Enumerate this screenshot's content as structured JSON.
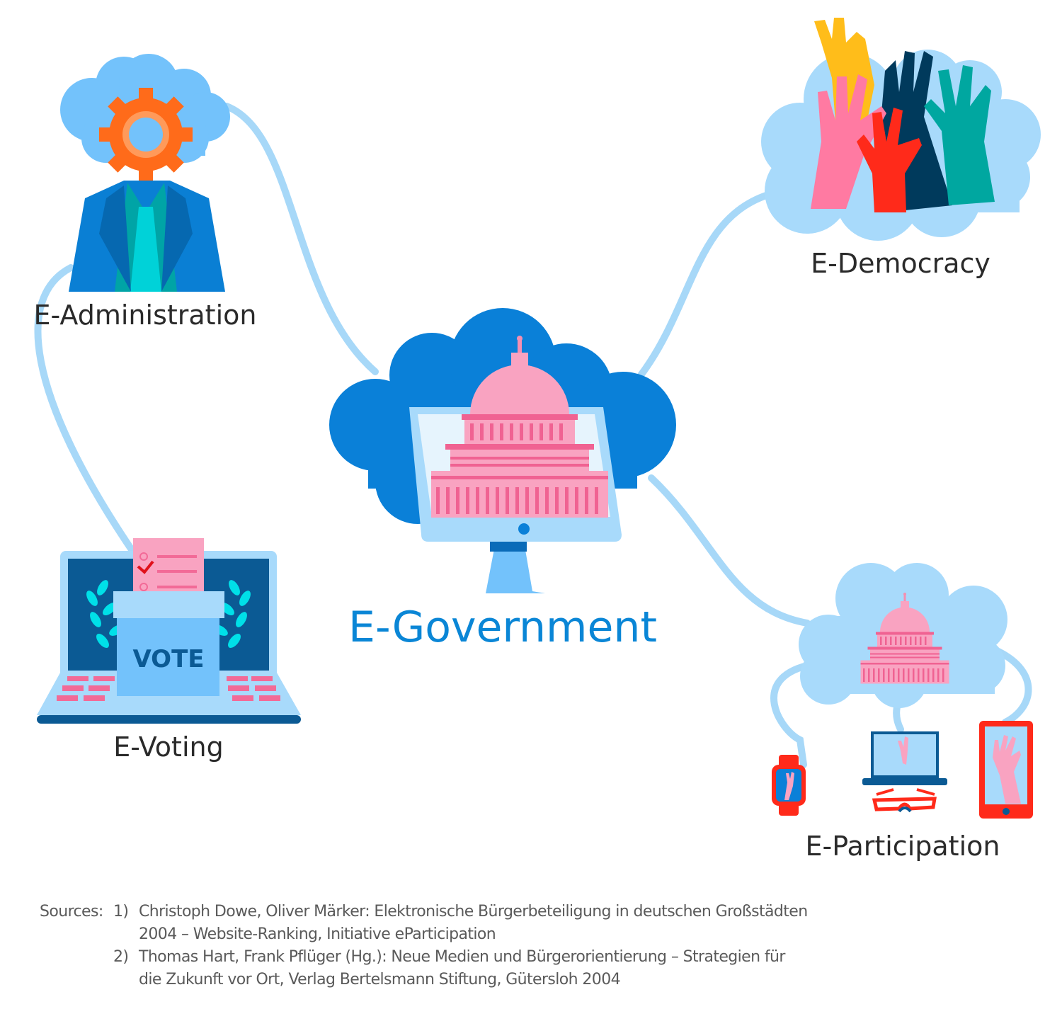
{
  "center": {
    "label": "E-Government"
  },
  "nodes": {
    "administration": "E-Administration",
    "democracy": "E-Democracy",
    "voting": "E-Voting",
    "participation": "E-Participation"
  },
  "ballot": {
    "vote_label": "VOTE"
  },
  "sources": {
    "prefix": "Sources:",
    "items": [
      {
        "num": "1)",
        "line1": "Christoph Dowe, Oliver Märker: Elektronische Bürgerbeteiligung in deutschen Großstädten",
        "line2": "2004 – Website-Ranking, Initiative eParticipation"
      },
      {
        "num": "2)",
        "line1": "Thomas Hart, Frank Pflüger (Hg.): Neue Medien und Bürgerorientierung – Strategien für",
        "line2": "die Zukunft vor Ort, Verlag Bertelsmann Stiftung, Gütersloh 2004"
      }
    ]
  },
  "colors": {
    "connector": "#a7d8f8",
    "primary": "#0a86d6",
    "pink": "#f9a3c1",
    "cloud_light": "#a8dafb"
  }
}
